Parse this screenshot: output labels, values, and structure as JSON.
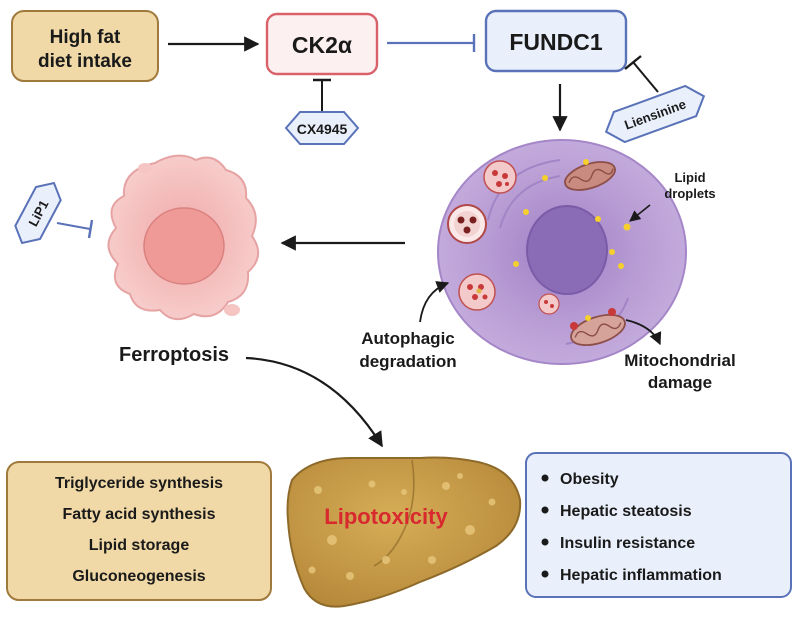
{
  "inputs": {
    "high_fat_line1": "High fat",
    "high_fat_line2": "diet intake"
  },
  "nodes": {
    "ck2a": "CK2α",
    "fundc1": "FUNDC1",
    "cx4945": "CX4945",
    "liensinine": "Liensinine",
    "lip1": "LiP1"
  },
  "cell_labels": {
    "lipid_line1": "Lipid",
    "lipid_line2": "droplets",
    "autophagic_line1": "Autophagic",
    "autophagic_line2": "degradation",
    "mito_line1": "Mitochondrial",
    "mito_line2": "damage"
  },
  "ferroptosis": "Ferroptosis",
  "lipotoxicity": "Lipotoxicity",
  "left_box": [
    "Triglyceride synthesis",
    "Fatty acid synthesis",
    "Lipid storage",
    "Gluconeogenesis"
  ],
  "right_box": [
    "Obesity",
    "Hepatic steatosis",
    "Insulin resistance",
    "Hepatic inflammation"
  ],
  "colors": {
    "tan_fill": "#f0d9a6",
    "tan_stroke": "#a07a3c",
    "ck2_stroke": "#d9626a",
    "ck2_fill": "#fdf0f1",
    "blue_stroke": "#5a72b8",
    "blue_fill": "#eaf0fb",
    "cell_purple": "#b79bd3",
    "liver": "#c9a046",
    "lipotoxicity_red": "#d8292f"
  }
}
